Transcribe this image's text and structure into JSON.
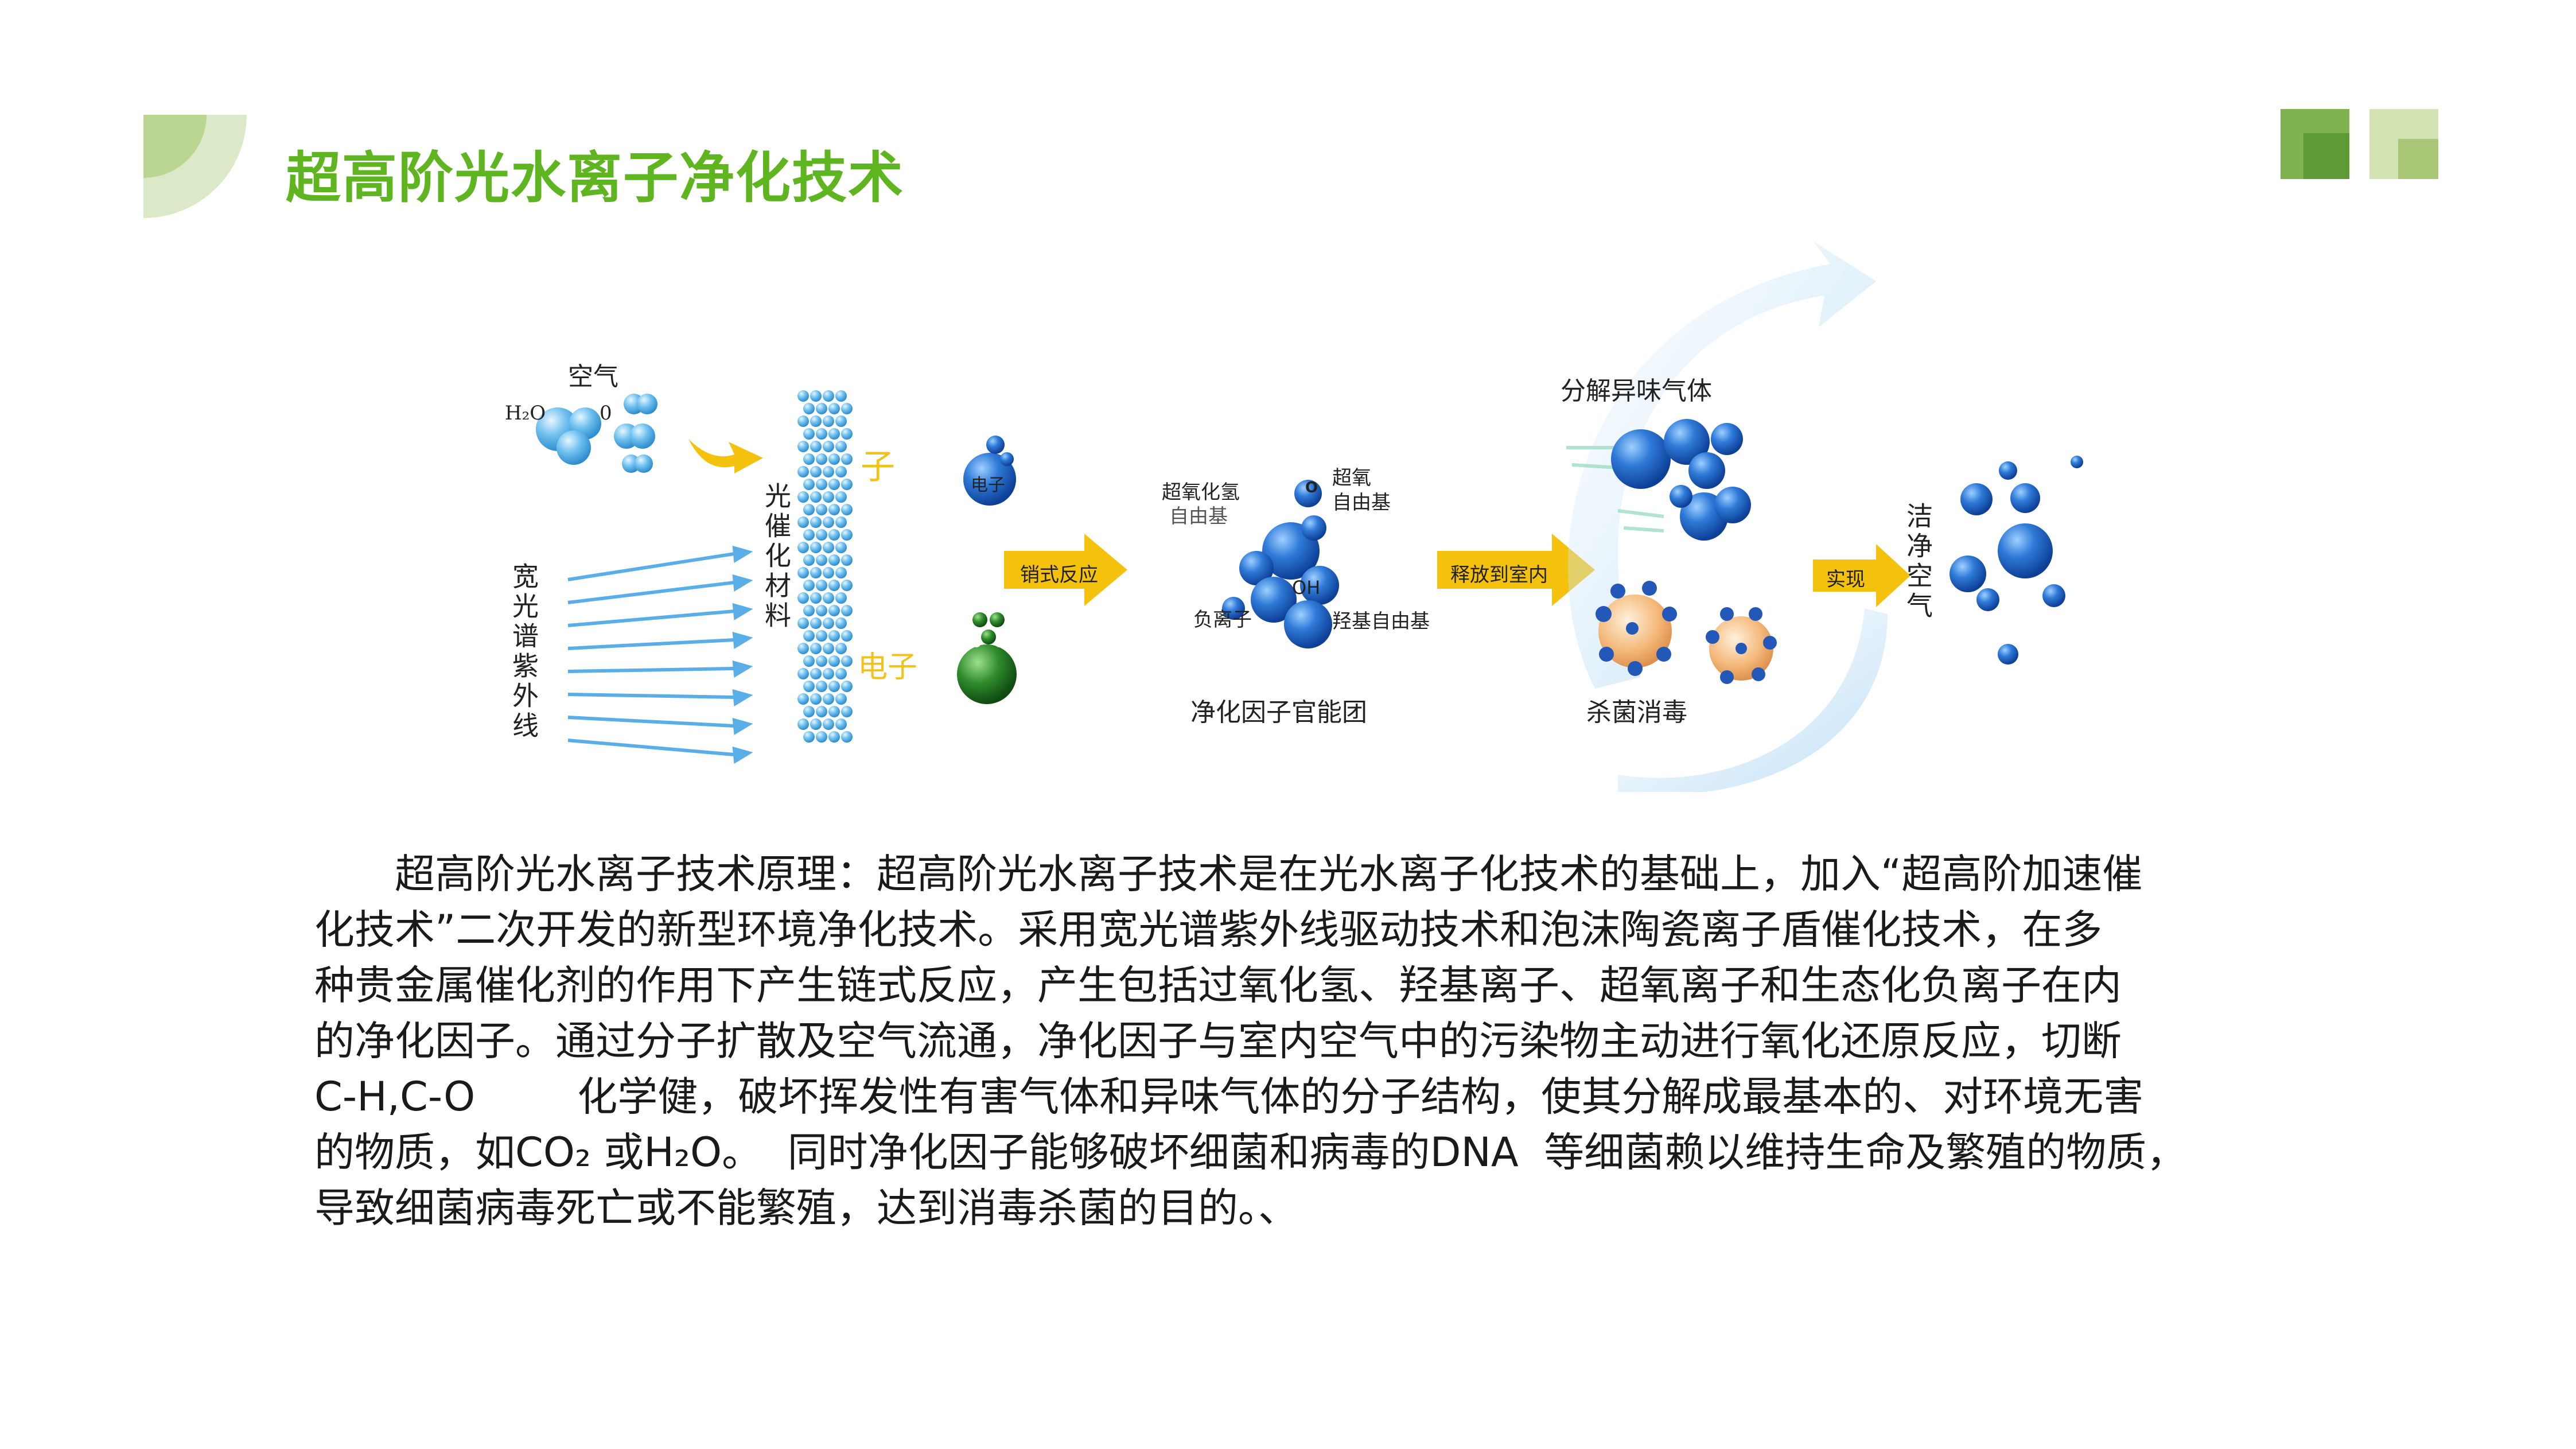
{
  "header": {
    "title": "超高阶光水离子净化技术"
  },
  "diagram": {
    "air_label": "空气",
    "h2o_label": "H₂O",
    "o_label": "0",
    "uv_label": "宽光谱紫外线",
    "catalyst_label": "光催化材料",
    "hole_label": "子",
    "electron_label_yellow": "电子",
    "electron_ball_label": "电子",
    "chain_reaction_label": "销式反应",
    "h2o2_label": "超氧化氢",
    "h2o2_label2": "自由基",
    "superoxide_label": "超氧",
    "superoxide_label2": "自由基",
    "oh_label": "OH",
    "o_atom_label": "O",
    "negative_ion_label": "负离子",
    "hydroxyl_label": "羟基自由基",
    "functional_group_label": "净化因子官能团",
    "release_label": "释放到室内",
    "decompose_label": "分解异味气体",
    "sterilize_label": "杀菌消毒",
    "achieve_label": "实现",
    "clean_air_label": "洁净空气"
  },
  "paragraph": {
    "lines": [
      "超高阶光水离子技术原理：超高阶光水离子技术是在光水离子化技术的基础上，加入“超高阶加速催",
      "化技术”二次开发的新型环境净化技术。采用宽光谱紫外线驱动技术和泡沫陶瓷离子盾催化技术，在多",
      "种贵金属催化剂的作用下产生链式反应，产生包括过氧化氢、羟基离子、超氧离子和生态化负离子在内",
      "的净化因子。通过分子扩散及空气流通，净化因子与室内空气中的污染物主动进行氧化还原反应，切断",
      "C-H,C-O        化学健，破坏挥发性有害气体和异味气体的分子结构，使其分解成最基本的、对环境无害",
      "的物质，如CO₂ 或H₂O。  同时净化因子能够破坏细菌和病毒的DNA  等细菌赖以维持生命及繁殖的物质，",
      "导致细菌病毒死亡或不能繁殖，达到消毒杀菌的目的。、"
    ]
  },
  "colors": {
    "title_green": "#5fb520",
    "deco_green_light": "#d2e3b6",
    "deco_green_dark": "#6ea343",
    "arrow_yellow": "#f4c20d",
    "uv_blue": "#5aaee8",
    "sphere_blue": "#1f67c9",
    "sphere_green": "#2e8a2a"
  }
}
